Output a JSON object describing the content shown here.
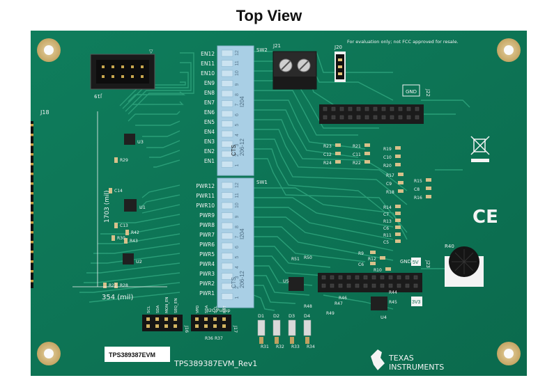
{
  "title": "Top View",
  "board": {
    "notice": "For evaluation only; not FCC approved for resale.",
    "label_sticker": "TPS389387EVM",
    "rev": "TPS389387EVM_Rev1",
    "dim_h": "354 (mil)",
    "dim_v": "1703 (mil)",
    "logo_line1": "TEXAS",
    "logo_line2": "INSTRUMENTS",
    "ce_mark": "CE",
    "i2c_label": "I2C Pullup",
    "connectors": {
      "j18": "J18",
      "j19": "J19",
      "j20": "J20",
      "j21": "J21",
      "j22": "J22",
      "j23": "J23",
      "sw1": "SW1",
      "sw2": "SW2",
      "u1": "U1",
      "u2": "U2",
      "u3": "U3",
      "u4": "U4",
      "u5": "U5",
      "r40": "R40",
      "j16": "J16",
      "j17": "J17"
    },
    "sw_brand": "CTS",
    "sw_part": "206-12",
    "sw_series": "I204",
    "gnd": "GND",
    "v5": "5V",
    "v3": "3V3",
    "en_labels": [
      "EN12",
      "EN11",
      "EN10",
      "EN9",
      "EN8",
      "EN7",
      "EN6",
      "EN5",
      "EN4",
      "EN3",
      "EN2",
      "EN1"
    ],
    "pwr_labels": [
      "PWR12",
      "PWR11",
      "PWR10",
      "PWR9",
      "PWR8",
      "PWR7",
      "PWR6",
      "PWR5",
      "PWR4",
      "PWR3",
      "PWR2",
      "PWR1"
    ],
    "header_pins_left": [
      "SCL",
      "SDA",
      "MON_EN",
      "SEQ_EN"
    ],
    "header_pins_right": [
      "VPD",
      "SDA",
      "SCL",
      "RST"
    ],
    "led_labels": [
      "D1",
      "D2",
      "D3",
      "D4"
    ],
    "resistors_right": [
      "R23",
      "R21",
      "R19",
      "C12",
      "C11",
      "C10",
      "R24",
      "R22",
      "R20",
      "R17",
      "R15",
      "C9",
      "C8",
      "R18",
      "R16",
      "R14",
      "C7",
      "R13",
      "C6",
      "R11",
      "C5",
      "R9",
      "R12",
      "C6",
      "R10"
    ],
    "resistors_left": [
      "R29",
      "C14",
      "C13",
      "R42",
      "R30",
      "R43",
      "R27",
      "R28"
    ],
    "resistors_bottom": [
      "R51",
      "R50",
      "R48",
      "R47",
      "R46",
      "R44",
      "R45",
      "R49",
      "R36",
      "R37",
      "R31",
      "R32",
      "R33",
      "R34"
    ]
  }
}
